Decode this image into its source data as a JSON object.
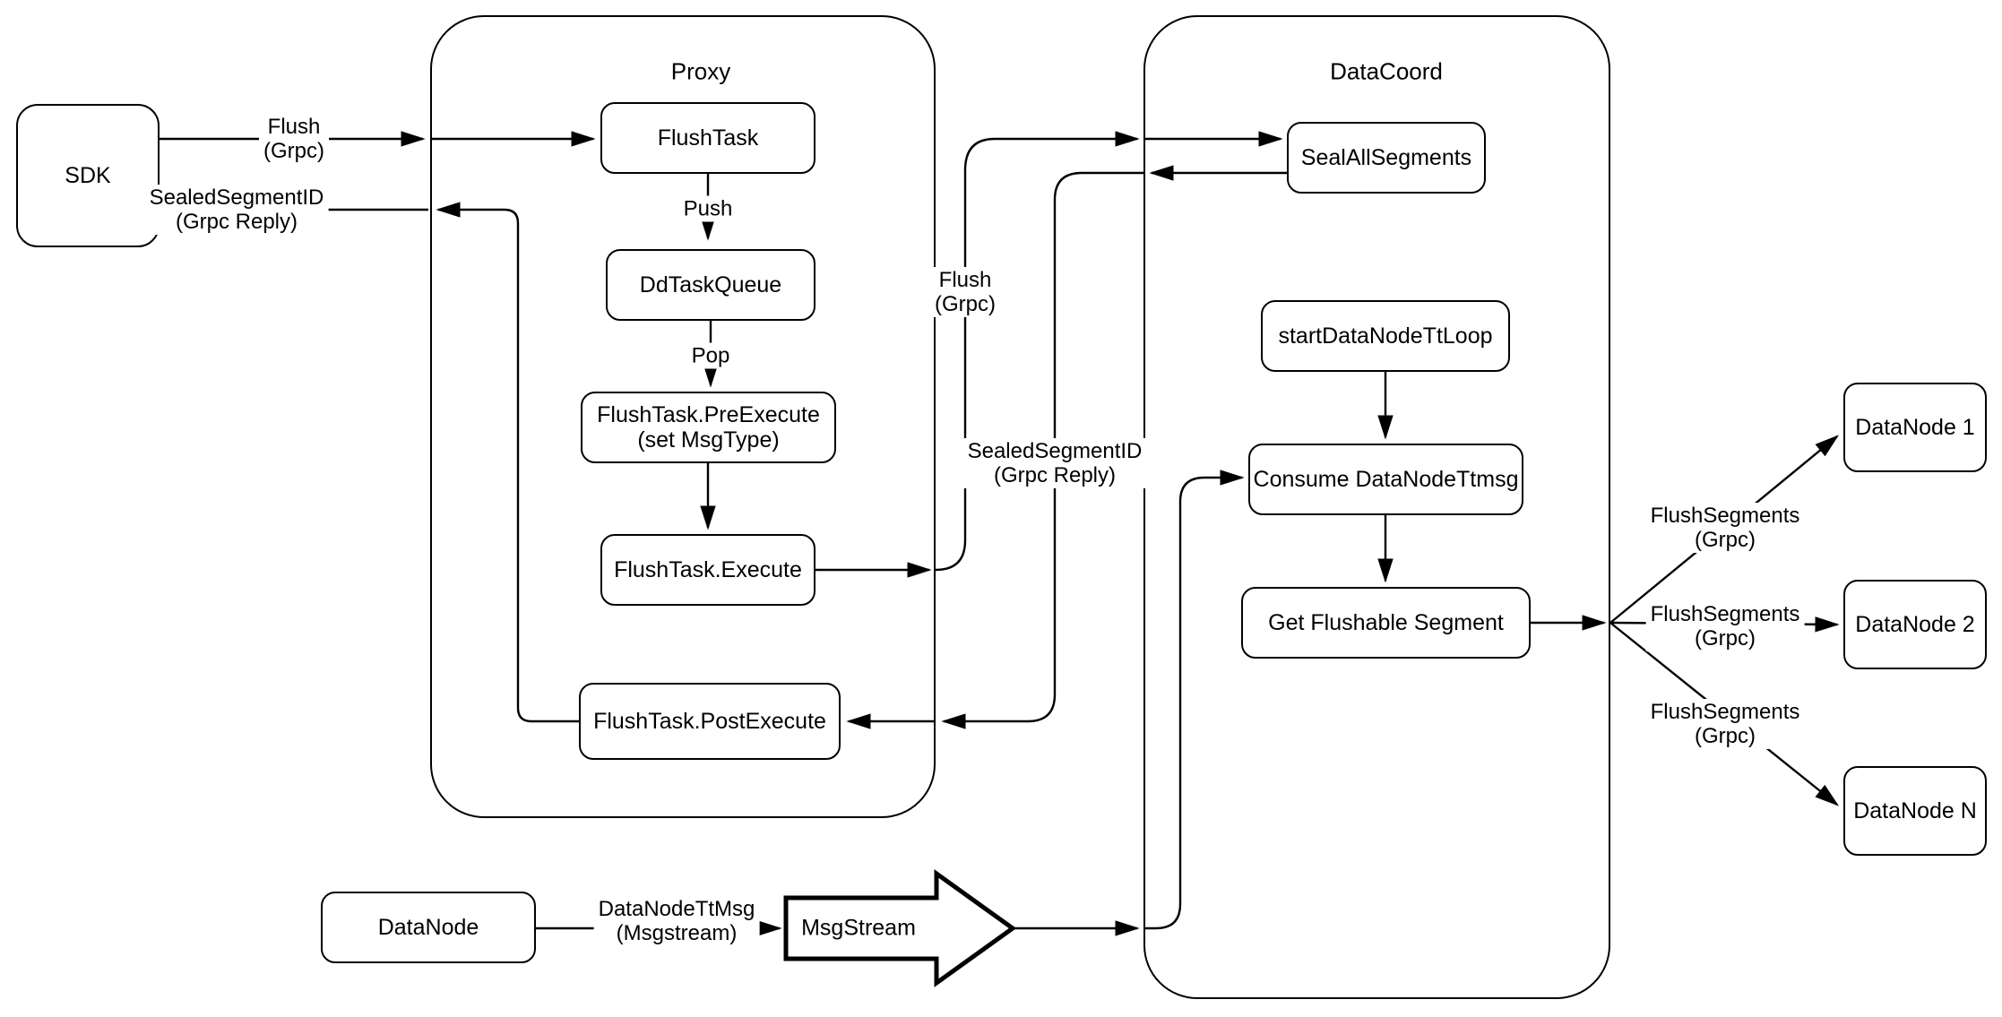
{
  "diagram": {
    "title_semantic": "Milvus flush flow diagram",
    "colors": {
      "stroke": "#000000",
      "background": "#ffffff",
      "text": "#000000"
    },
    "containers": {
      "proxy": {
        "title": "Proxy"
      },
      "datacoord": {
        "title": "DataCoord"
      }
    },
    "nodes": {
      "sdk": {
        "label": "SDK"
      },
      "flush_task": {
        "label": "FlushTask"
      },
      "dd_task_queue": {
        "label": "DdTaskQueue"
      },
      "flush_task_pre_execute": {
        "line1": "FlushTask.PreExecute",
        "line2": "(set MsgType)"
      },
      "flush_task_execute": {
        "label": "FlushTask.Execute"
      },
      "flush_task_post_execute": {
        "label": "FlushTask.PostExecute"
      },
      "seal_all_segments": {
        "label": "SealAllSegments"
      },
      "start_data_node_tt_loop": {
        "label": "startDataNodeTtLoop"
      },
      "consume_data_node_ttmsg": {
        "label": "Consume DataNodeTtmsg"
      },
      "get_flushable_segment": {
        "label": "Get Flushable Segment"
      },
      "data_node_1": {
        "label": "DataNode 1"
      },
      "data_node_2": {
        "label": "DataNode 2"
      },
      "data_node_n": {
        "label": "DataNode N"
      },
      "data_node_source": {
        "label": "DataNode"
      },
      "msg_stream": {
        "label": "MsgStream"
      }
    },
    "edge_labels": {
      "flush_grpc_sdk": {
        "line1": "Flush",
        "line2": "(Grpc)"
      },
      "sealed_segment_id_sdk": {
        "line1": "SealedSegmentID",
        "line2": "(Grpc Reply)"
      },
      "push": {
        "label": "Push"
      },
      "pop": {
        "label": "Pop"
      },
      "flush_grpc_mid": {
        "line1": "Flush",
        "line2": "(Grpc)"
      },
      "sealed_segment_id_mid": {
        "line1": "SealedSegmentID",
        "line2": "(Grpc Reply)"
      },
      "flush_segments_1": {
        "line1": "FlushSegments",
        "line2": "(Grpc)"
      },
      "flush_segments_2": {
        "line1": "FlushSegments",
        "line2": "(Grpc)"
      },
      "flush_segments_3": {
        "line1": "FlushSegments",
        "line2": "(Grpc)"
      },
      "data_node_tt_msg": {
        "line1": "DataNodeTtMsg",
        "line2": "(Msgstream)"
      }
    }
  }
}
